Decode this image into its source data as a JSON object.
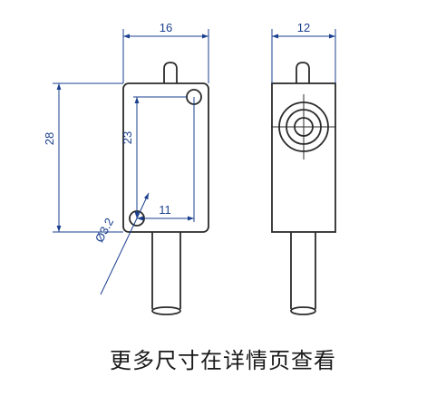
{
  "front_view": {
    "width_label": "16",
    "height_label": "28",
    "hole_spacing_vertical_label": "23",
    "hole_spacing_horizontal_label": "11",
    "hole_diameter_label": "Ø3.2"
  },
  "side_view": {
    "width_label": "12"
  },
  "caption": "更多尺寸在详情页查看",
  "colors": {
    "outline": "#2b2b2b",
    "dimension": "#1a3f8f"
  }
}
